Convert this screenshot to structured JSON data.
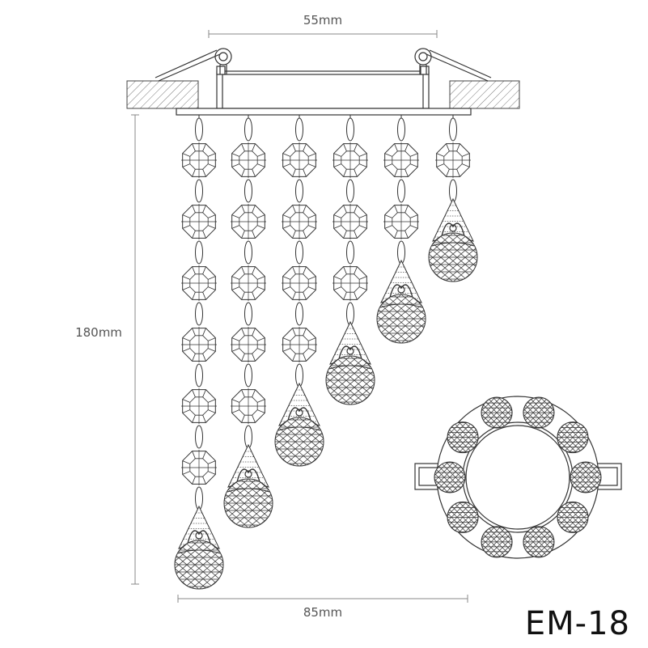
{
  "dimensions": {
    "top_width": "55mm",
    "height": "180mm",
    "bottom_width": "85mm"
  },
  "model": "EM-18",
  "colors": {
    "line": "#333333",
    "dim_line": "#888888",
    "text": "#555555",
    "title": "#111111"
  },
  "strands": [
    {
      "beads": 6,
      "drop": "crystal-ball"
    },
    {
      "beads": 5,
      "drop": "crystal-ball"
    },
    {
      "beads": 4,
      "drop": "crystal-ball"
    },
    {
      "beads": 3,
      "drop": "crystal-ball"
    },
    {
      "beads": 2,
      "drop": "crystal-ball"
    },
    {
      "beads": 1,
      "drop": "crystal-ball"
    }
  ]
}
